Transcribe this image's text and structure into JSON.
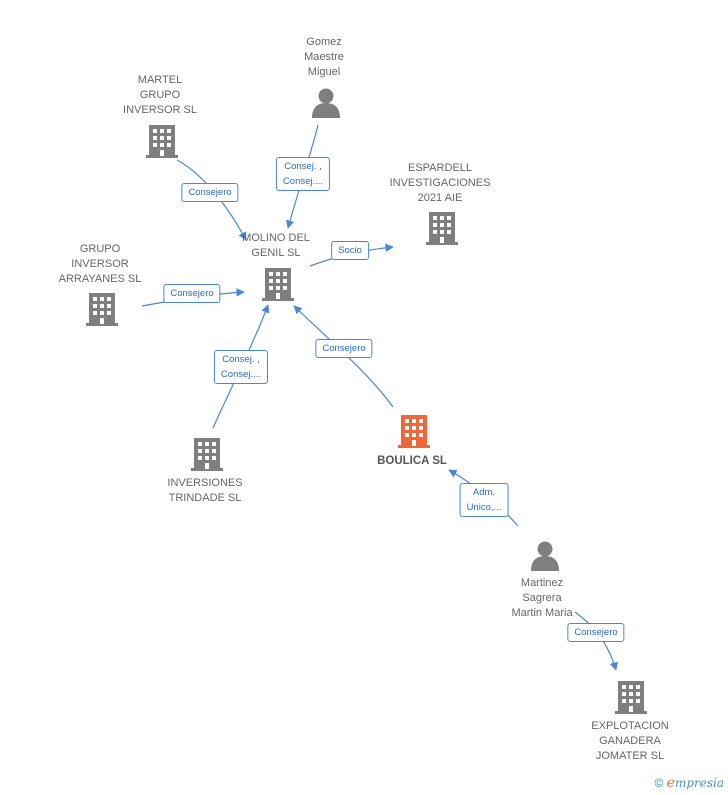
{
  "colors": {
    "node": "#7f7f7f",
    "highlight": "#f0673a",
    "edge": "#4a86d4",
    "label_text": "#666666"
  },
  "nodes": [
    {
      "id": "gomez",
      "type": "person",
      "label": "Gomez\nMaestre\nMiguel"
    },
    {
      "id": "martel",
      "type": "company",
      "label": "MARTEL\nGRUPO\nINVERSOR  SL"
    },
    {
      "id": "espardell",
      "type": "company",
      "label": "ESPARDELL\nINVESTIGACIONES\n2021 AIE"
    },
    {
      "id": "molino",
      "type": "company",
      "label": "MOLINO DEL\nGENIL SL"
    },
    {
      "id": "arrayanes",
      "type": "company",
      "label": "GRUPO\nINVERSOR\nARRAYANES  SL"
    },
    {
      "id": "boulica",
      "type": "company",
      "label": "BOULICA  SL",
      "highlight": true
    },
    {
      "id": "trindade",
      "type": "company",
      "label": "INVERSIONES\nTRINDADE SL"
    },
    {
      "id": "martinez",
      "type": "person",
      "label": "Martinez\nSagrera\nMartin Maria"
    },
    {
      "id": "explotacion",
      "type": "company",
      "label": "EXPLOTACION\nGANADERA\nJOMATER SL"
    }
  ],
  "edges": [
    {
      "from": "martel",
      "to": "molino",
      "label": "Consejero"
    },
    {
      "from": "gomez",
      "to": "molino",
      "label": "Consej. ,\nConsej...."
    },
    {
      "from": "molino",
      "to": "espardell",
      "label": "Socio"
    },
    {
      "from": "arrayanes",
      "to": "molino",
      "label": "Consejero"
    },
    {
      "from": "trindade",
      "to": "molino",
      "label": "Consej. ,\nConsej...."
    },
    {
      "from": "boulica",
      "to": "molino",
      "label": "Consejero"
    },
    {
      "from": "martinez",
      "to": "boulica",
      "label": "Adm.\nUnico,..."
    },
    {
      "from": "martinez",
      "to": "explotacion",
      "label": "Consejero"
    }
  ],
  "footer": {
    "copyright": "©",
    "brand_initial": "e",
    "brand_rest": "mpresia"
  }
}
